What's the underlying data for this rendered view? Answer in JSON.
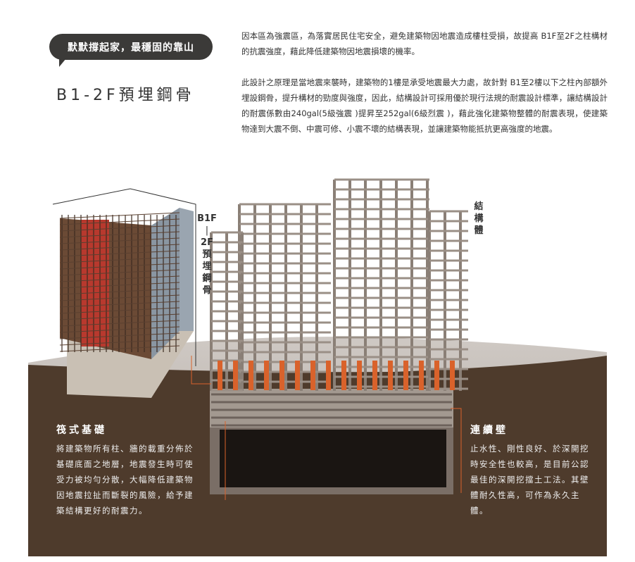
{
  "header": {
    "bubble": "默默撐起家，最穩固的靠山",
    "title": "B1-2F預埋鋼骨"
  },
  "intro": {
    "paragraph1": "因本區為強震區，為落實居民住宅安全，避免建築物因地震造成樓柱受損，故提高 B1F至2F之柱構材的抗震強度，藉此降低建築物因地震損壞的機率。",
    "paragraph2": "此設計之原理是當地震來襲時，建築物的1樓是承受地震最大力處，故針對 B1至2樓以下之柱內部額外埋設鋼骨，提升構材的勁度與強度，因此，結構設計可採用優於現行法規的耐震設計標準，讓結構設計的耐震係數由240gal(5級強震 )提昇至252gal(6級烈震 )，藉此強化建築物整體的耐震表現，使建築物達到大震不倒、中震可修、小震不壞的結構表現，並讓建築物能抵抗更高強度的地震。"
  },
  "diagram": {
    "steel_label": {
      "top": "B1F",
      "sep": "|",
      "mid": "2F",
      "chars": "預埋鋼骨"
    },
    "structure_label": "結構體",
    "colors": {
      "soil": "#4e3b2c",
      "steel": "#d9622b",
      "ground": "#b8b2ad",
      "concrete": "#8a7f76"
    }
  },
  "raft": {
    "title": "筏式基礎",
    "body": "將建築物所有柱、牆的載重分佈於基礎底面之地層，地震發生時可使受力被均勻分散，大幅降低建築物因地震拉扯而斷裂的風險，給予建築結構更好的耐震力。"
  },
  "wall": {
    "title": "連續壁",
    "body": "止水性、剛性良好、於深開挖時安全性也較高，是目前公認最佳的深開挖擋土工法。其壁體耐久性高，可作為永久主體。"
  }
}
